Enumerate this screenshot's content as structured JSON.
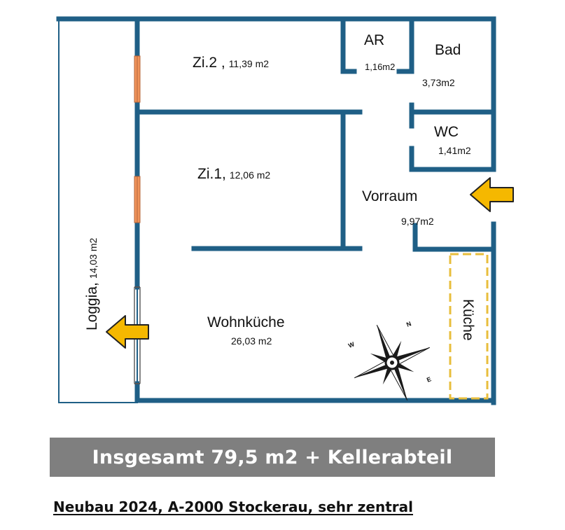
{
  "rooms": {
    "zi2": {
      "name": "Zi.2 ,",
      "area": "11,39 m2"
    },
    "ar": {
      "name": "AR",
      "area": "1,16m2"
    },
    "bad": {
      "name": "Bad",
      "area": "3,73m2"
    },
    "wc": {
      "name": "WC",
      "area": "1,41m2"
    },
    "zi1": {
      "name": "Zi.1,",
      "area": "12,06 m2"
    },
    "vorraum": {
      "name": "Vorraum",
      "area": "9,97m2"
    },
    "wohnkueche": {
      "name": "Wohnküche",
      "area": "26,03 m2"
    },
    "kueche": {
      "name": "Küche"
    },
    "loggia": {
      "name": "Loggia,",
      "area": "14,03 m2"
    }
  },
  "compass": {
    "north": "N",
    "east": "E",
    "west": "W"
  },
  "colors": {
    "wall": "#1f5f86",
    "window": "#f0935a",
    "arrow_fill": "#f5b800",
    "kitchen_outline": "#e8be3c",
    "banner": "#7f7f7f"
  },
  "summary": {
    "total": "Insgesamt 79,5 m2 + Kellerabteil"
  },
  "footer": {
    "text": "Neubau 2024, A-2000 Stockerau, sehr zentral"
  }
}
